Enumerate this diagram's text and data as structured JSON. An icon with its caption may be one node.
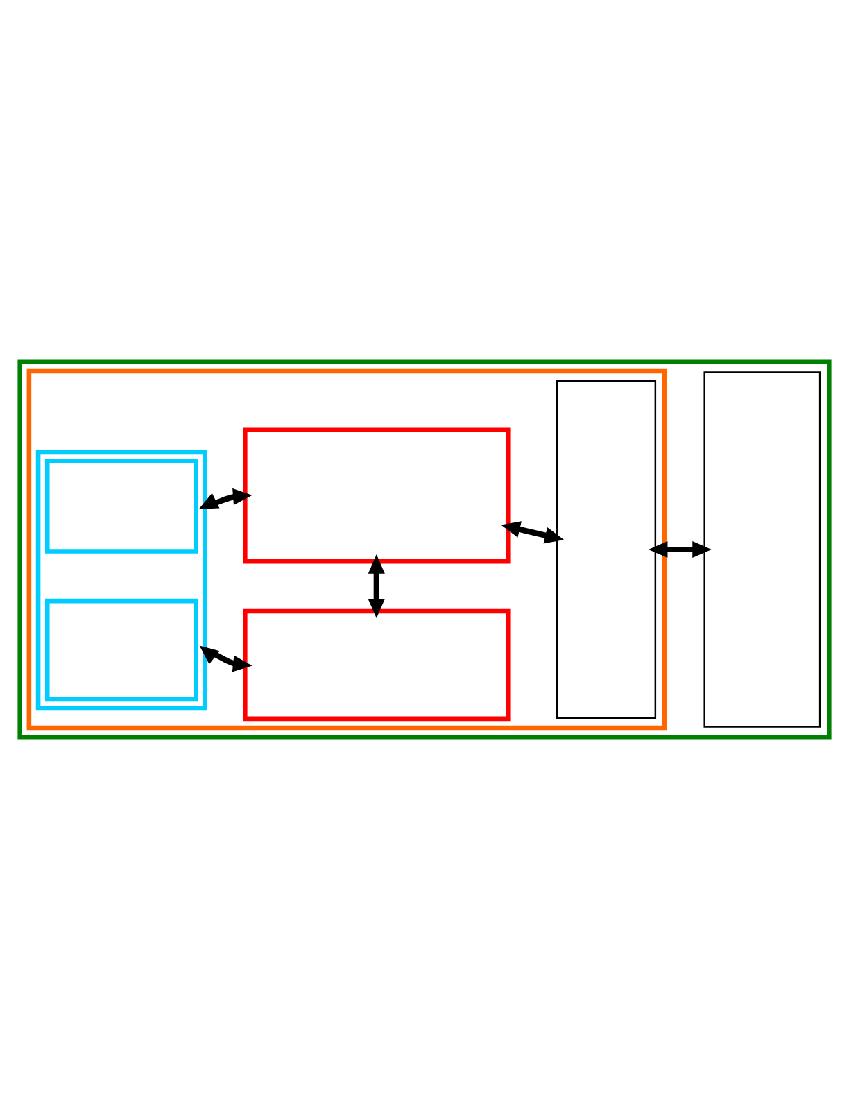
{
  "diagram": {
    "nodes": [
      {
        "text": [],
        "shape": "box"
      },
      {
        "text": [],
        "shape": "box",
        "in": 0
      },
      {
        "text": [],
        "shape": "box",
        "in": 1
      },
      {
        "text": [],
        "shape": "box",
        "in": 2
      },
      {
        "text": [],
        "shape": "box",
        "in": 2
      },
      {
        "text": [],
        "shape": "box",
        "in": 1
      },
      {
        "text": [],
        "shape": "box",
        "in": 1
      },
      {
        "text": [],
        "shape": "box",
        "in": 1
      },
      {
        "text": [],
        "shape": "box",
        "in": 0
      }
    ],
    "edges": [
      {
        "from": 2,
        "to": 5,
        "arrow": "both"
      },
      {
        "from": 2,
        "to": 6,
        "arrow": "both"
      },
      {
        "from": 5,
        "to": 6,
        "arrow": "both"
      },
      {
        "from": 5,
        "to": 7,
        "arrow": "both"
      },
      {
        "from": 7,
        "to": 8,
        "arrow": "both"
      }
    ]
  }
}
